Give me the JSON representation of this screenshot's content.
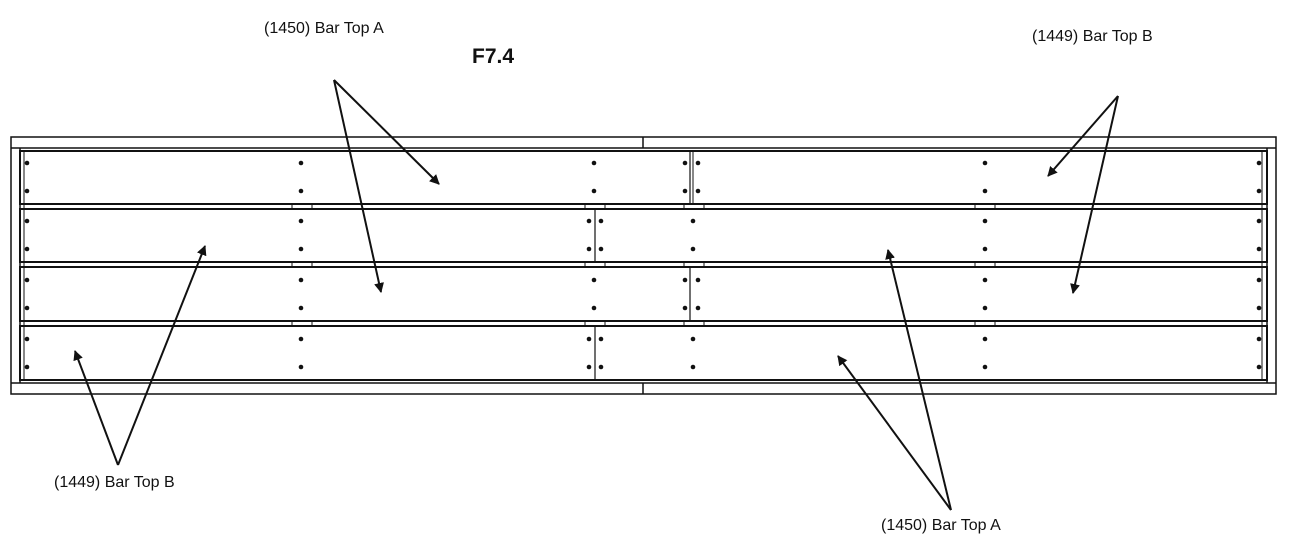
{
  "diagram": {
    "figure_label": "F7.4",
    "callouts": {
      "top_left": "(1450) Bar Top A",
      "top_right": "(1449) Bar Top B",
      "bottom_left": "(1449) Bar Top B",
      "bottom_right": "(1450) Bar Top A"
    },
    "colors": {
      "line": "#111111",
      "background": "#ffffff"
    }
  }
}
